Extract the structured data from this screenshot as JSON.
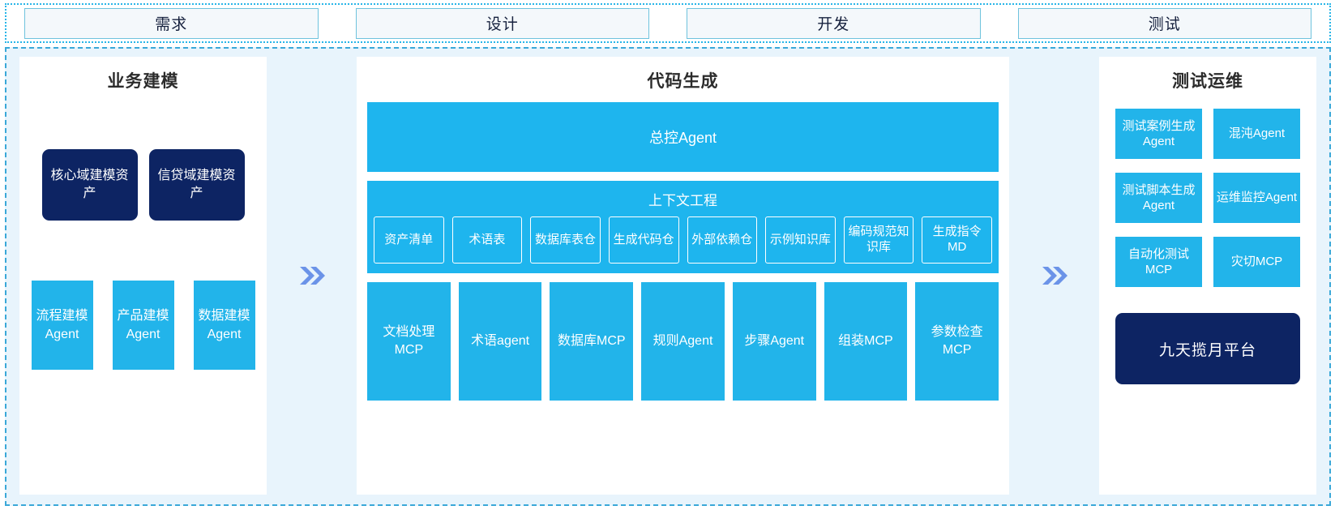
{
  "phases": {
    "items": [
      {
        "label": "需求"
      },
      {
        "label": "设计"
      },
      {
        "label": "开发"
      },
      {
        "label": "测试"
      }
    ]
  },
  "colors": {
    "cyan": "#22b4ea",
    "cyan_banner": "#1eb5ee",
    "navy": "#0d2463",
    "frame_bg": "#e8f4fc",
    "frame_border": "#3aa8d8",
    "phase_border": "#27b5e8",
    "phase_fill": "#f4f8fb",
    "chevron": "#6b93e8"
  },
  "left_panel": {
    "title": "业务建模",
    "asset_cards": [
      {
        "label": "核心域建模资产"
      },
      {
        "label": "信贷域建模资产"
      }
    ],
    "modeling_agents": [
      {
        "label": "流程建模Agent"
      },
      {
        "label": "产品建模Agent"
      },
      {
        "label": "数据建模Agent"
      }
    ]
  },
  "connectors": [
    {
      "icon": "double-chevron-right-icon"
    },
    {
      "icon": "double-chevron-right-icon"
    }
  ],
  "center_panel": {
    "title": "代码生成",
    "master_agent": "总控Agent",
    "context": {
      "title": "上下文工程",
      "items": [
        {
          "label": "资产清单"
        },
        {
          "label": "术语表"
        },
        {
          "label": "数据库表仓"
        },
        {
          "label": "生成代码仓"
        },
        {
          "label": "外部依赖仓"
        },
        {
          "label": "示例知识库"
        },
        {
          "label": "编码规范知识库"
        },
        {
          "label": "生成指令MD"
        }
      ]
    },
    "tools": [
      {
        "label": "文档处理MCP"
      },
      {
        "label": "术语agent"
      },
      {
        "label": "数据库MCP"
      },
      {
        "label": "规则Agent"
      },
      {
        "label": "步骤Agent"
      },
      {
        "label": "组装MCP"
      },
      {
        "label": "参数检查MCP"
      }
    ]
  },
  "right_panel": {
    "title": "测试运维",
    "ops_cards": [
      {
        "label": "测试案例生成Agent"
      },
      {
        "label": "混沌Agent"
      },
      {
        "label": "测试脚本生成Agent"
      },
      {
        "label": "运维监控Agent"
      },
      {
        "label": "自动化测试MCP"
      },
      {
        "label": "灾切MCP"
      }
    ],
    "platform": "九天揽月平台"
  }
}
